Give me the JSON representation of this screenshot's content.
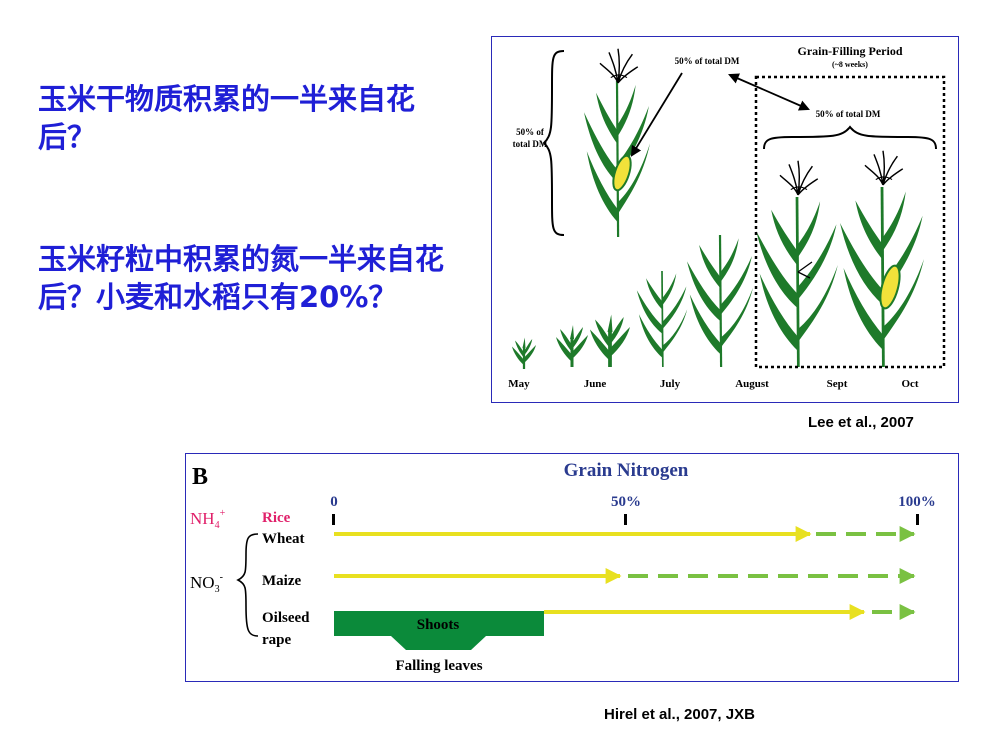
{
  "questions": {
    "q1": "玉米干物质积累的一半来自花后？",
    "q2": "玉米籽粒中积累的氮一半来自花后？小麦和水稻只有20%？"
  },
  "panel_a": {
    "title": "Grain-Filling Period",
    "subtitle": "(~8 weeks)",
    "left_label_line1": "50% of",
    "left_label_line2": "total DM",
    "top_label": "50% of total DM",
    "right_label": "50% of total DM",
    "months": [
      "May",
      "June",
      "July",
      "August",
      "Sept",
      "Oct"
    ],
    "credit": "Lee et al., 2007"
  },
  "panel_b": {
    "letter": "B",
    "title": "Grain Nitrogen",
    "ticks": [
      "0",
      "50%",
      "100%"
    ],
    "nh4": "NH",
    "nh4_sub": "4",
    "nh4_sup": "+",
    "no3": "NO",
    "no3_sub": "3",
    "no3_sup": "-",
    "rows": {
      "rice": "Rice",
      "wheat": "Wheat",
      "maize": "Maize",
      "oilseed_line1": "Oilseed",
      "oilseed_line2": "rape"
    },
    "shoots": "Shoots",
    "falling_leaves": "Falling leaves",
    "credit": "Hirel et al., 2007, JXB"
  },
  "colors": {
    "question_text": "#1f1fd6",
    "panel_border": "#2a2ab8",
    "leaf_green": "#1e7a2a",
    "ear_yellow": "#f2e23a",
    "arrow_yellow": "#e8e020",
    "arrow_green_dash": "#7ac142",
    "shoots_green": "#0b8a3a",
    "title_blue": "#2a3b8f",
    "nh4_magenta": "#e0206a"
  }
}
